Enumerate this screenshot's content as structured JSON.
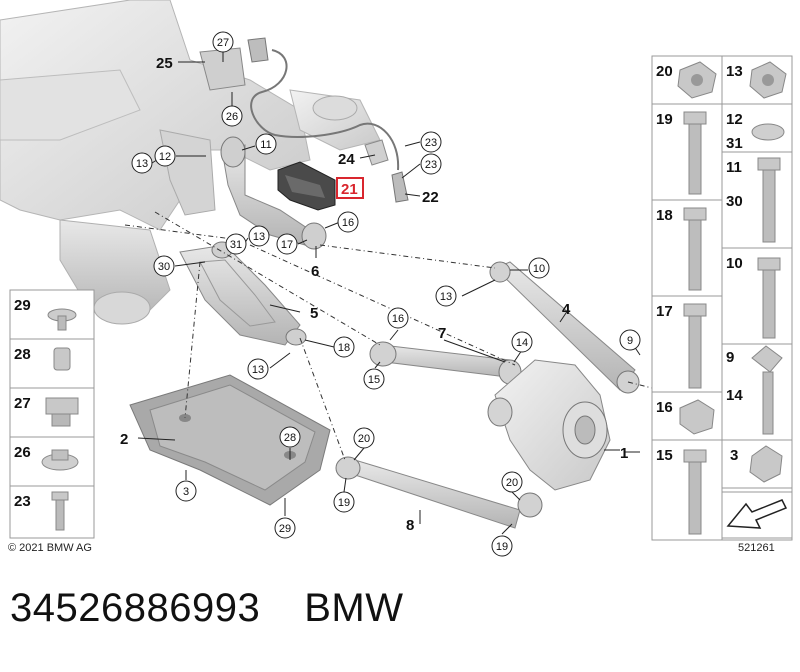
{
  "main_labels": [
    {
      "id": "lbl-25",
      "text": "25"
    },
    {
      "id": "lbl-24",
      "text": "24"
    },
    {
      "id": "lbl-22",
      "text": "22"
    },
    {
      "id": "lbl-21",
      "text": "21"
    },
    {
      "id": "lbl-6",
      "text": "6"
    },
    {
      "id": "lbl-5",
      "text": "5"
    },
    {
      "id": "lbl-7",
      "text": "7"
    },
    {
      "id": "lbl-4",
      "text": "4"
    },
    {
      "id": "lbl-2",
      "text": "2"
    },
    {
      "id": "lbl-1",
      "text": "1"
    },
    {
      "id": "lbl-8",
      "text": "8"
    }
  ],
  "circle_labels": [
    "27",
    "26",
    "11",
    "12",
    "13",
    "23",
    "23",
    "16",
    "17",
    "13",
    "31",
    "30",
    "10",
    "13",
    "16",
    "18",
    "13",
    "15",
    "14",
    "9",
    "20",
    "28",
    "20",
    "19",
    "19",
    "3",
    "29"
  ],
  "right_panel": [
    {
      "left": "20",
      "right": "13"
    },
    {
      "left": "19",
      "right_top": "12",
      "right_bottom": "31"
    },
    {
      "left": "",
      "right_top": "11",
      "right_bottom": "30"
    },
    {
      "left": "18",
      "right": "10"
    },
    {
      "left": "17",
      "right_top": "9",
      "right_bottom": "14"
    },
    {
      "left": "16",
      "right": ""
    },
    {
      "left": "15",
      "right": "3"
    }
  ],
  "left_panel": [
    "29",
    "28",
    "27",
    "26",
    "23"
  ],
  "highlighted_part": "21",
  "highlight_color": "#d9262e",
  "copyright": "© 2021 BMW AG",
  "diagram_id": "521261",
  "caption": {
    "part_number": "34526886993",
    "brand": "BMW"
  }
}
